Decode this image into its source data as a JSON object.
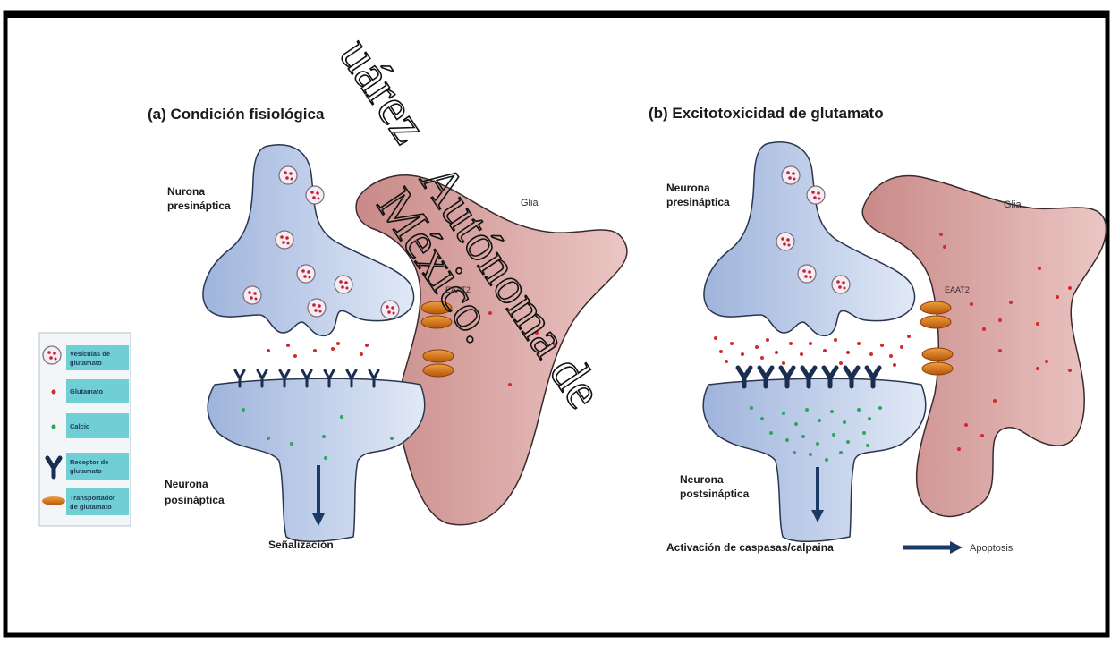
{
  "panels": {
    "a": {
      "title": "(a) Condición fisiológica",
      "presynaptic": [
        "Nurona",
        "presináptica"
      ],
      "postsynaptic": [
        "Neurona",
        "posináptica"
      ],
      "glia": "Glia",
      "transporter": "EAAT2",
      "signal": "Señalización"
    },
    "b": {
      "title": "(b) Excitotoxicidad de glutamato",
      "presynaptic": [
        "Neurona",
        "presináptica"
      ],
      "postsynaptic": [
        "Neurona",
        "postsináptica"
      ],
      "glia": "Glia",
      "transporter": "EAAT2",
      "signal": "Activación de caspasas/calpaina",
      "outcome": "Apoptosis"
    }
  },
  "legend": [
    {
      "icon": "vesicle-icon",
      "label": [
        "Vesículas de",
        "glutamato"
      ]
    },
    {
      "icon": "glutamate-dot-icon",
      "label": [
        "Glutamato"
      ]
    },
    {
      "icon": "calcium-dot-icon",
      "label": [
        "Calcio"
      ]
    },
    {
      "icon": "receptor-icon",
      "label": [
        "Receptor de",
        "glutamato"
      ]
    },
    {
      "icon": "transporter-icon",
      "label": [
        "Transportador",
        "de glutamato"
      ]
    }
  ],
  "watermark": [
    "uárez",
    "Autónoma de",
    "México."
  ],
  "colors": {
    "neuron": "#b9c9e6",
    "glia": "#d9a7a5",
    "glutamate": "#d42a2a",
    "calcium": "#2aa85a",
    "receptor": "#1a2e54",
    "transporter": "#e07818",
    "legend_bg": "#6fcfd4",
    "arrow": "#1a3a66"
  }
}
